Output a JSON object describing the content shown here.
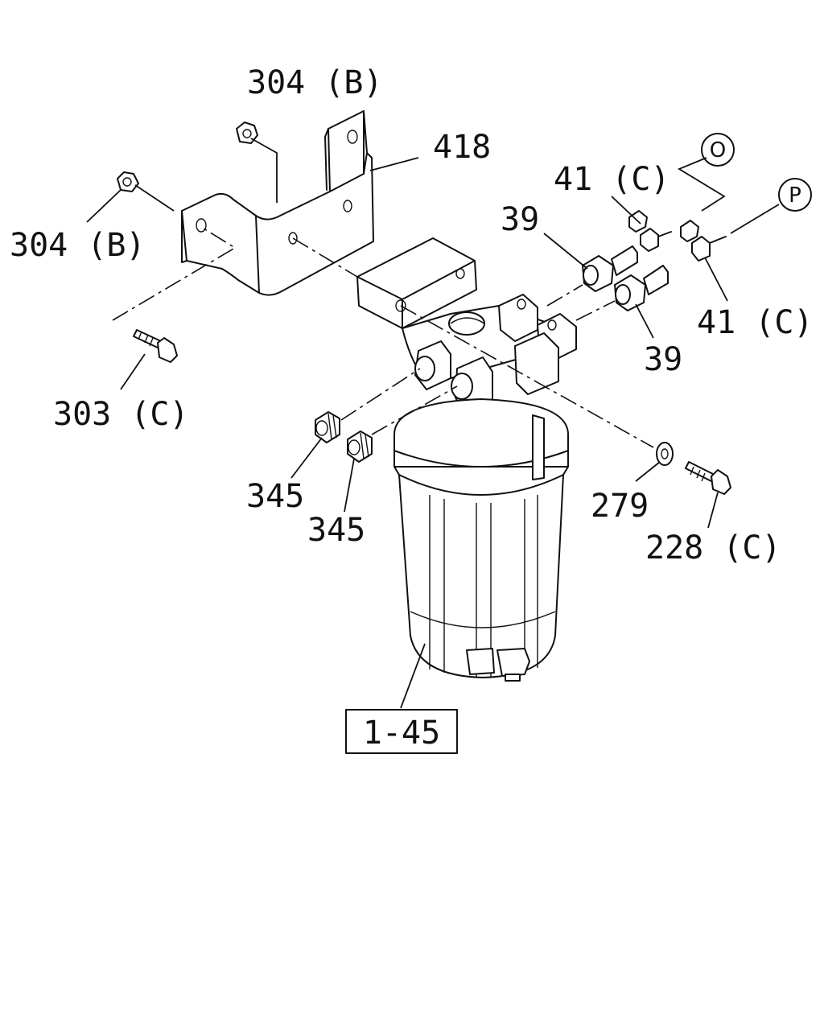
{
  "callouts": {
    "nut_top": "304 (B)",
    "bracket": "418",
    "nut_left": "304 (B)",
    "bolt_left": "303 (C)",
    "connector_o": "O",
    "connector_p": "P",
    "clip_top": "41 (C)",
    "clip_right": "41 (C)",
    "fitting_upper": "39",
    "fitting_lower": "39",
    "plug_1": "345",
    "plug_2": "345",
    "washer": "279",
    "bolt_right": "228 (C)",
    "filter_assembly": "1-45"
  }
}
